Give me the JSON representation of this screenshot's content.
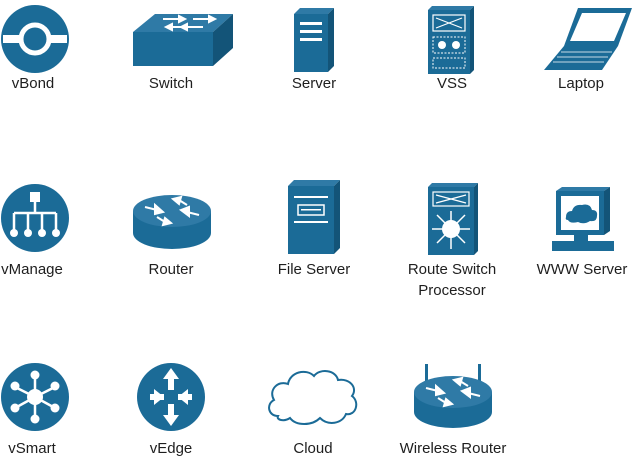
{
  "palette": {
    "primary": "#1b6b97",
    "primary_dark": "#135478",
    "accent": "#ffffff"
  },
  "icons": [
    {
      "id": "vbond",
      "label": "vBond",
      "icon": "vbond-icon"
    },
    {
      "id": "switch",
      "label": "Switch",
      "icon": "switch-icon"
    },
    {
      "id": "server",
      "label": "Server",
      "icon": "server-icon"
    },
    {
      "id": "vss",
      "label": "VSS",
      "icon": "vss-icon"
    },
    {
      "id": "laptop",
      "label": "Laptop",
      "icon": "laptop-icon"
    },
    {
      "id": "vmanage",
      "label": "vManage",
      "icon": "vmanage-icon"
    },
    {
      "id": "router",
      "label": "Router",
      "icon": "router-icon"
    },
    {
      "id": "file-server",
      "label": "File Server",
      "icon": "file-server-icon"
    },
    {
      "id": "route-switch-processor",
      "label_line1": "Route Switch",
      "label_line2": "Processor",
      "icon": "route-switch-processor-icon"
    },
    {
      "id": "www-server",
      "label": "WWW Server",
      "icon": "www-server-icon"
    },
    {
      "id": "vsmart",
      "label": "vSmart",
      "icon": "vsmart-icon"
    },
    {
      "id": "vedge",
      "label": "vEdge",
      "icon": "vedge-icon"
    },
    {
      "id": "cloud",
      "label": "Cloud",
      "icon": "cloud-icon"
    },
    {
      "id": "wireless-router",
      "label": "Wireless Router",
      "icon": "wireless-router-icon"
    }
  ]
}
